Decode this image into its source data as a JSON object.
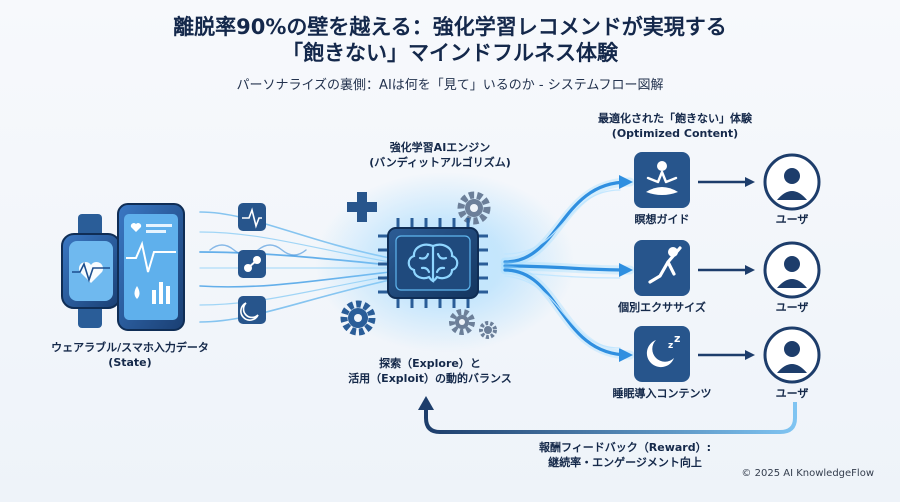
{
  "header": {
    "title_line1": "離脱率90%の壁を越える：強化学習レコメンドが実現する",
    "title_line2": "「飽きない」マインドフルネス体験",
    "subtitle": "パーソナライズの裏側：AIは何を「見て」いるのか - システムフロー図解"
  },
  "input": {
    "label_line1": "ウェアラブル/スマホ入力データ",
    "label_line2": "(State)"
  },
  "engine": {
    "label_line1": "強化学習AIエンジン",
    "label_line2": "(バンディットアルゴリズム)",
    "balance_line1": "探索（Explore）と",
    "balance_line2": "活用（Exploit）の動的バランス"
  },
  "output": {
    "header_line1": "最適化された「飽きない」体験",
    "header_line2": "(Optimized Content)",
    "contents": [
      {
        "label": "瞑想ガイド",
        "icon": "meditation-icon"
      },
      {
        "label": "個別エクササイズ",
        "icon": "exercise-icon"
      },
      {
        "label": "睡眠導入コンテンツ",
        "icon": "sleep-icon"
      }
    ],
    "user_label": "ユーザ"
  },
  "feedback": {
    "label_line1": "報酬フィードバック（Reward）:",
    "label_line2": "継続率・エンゲージメント向上"
  },
  "footer": {
    "copyright": "© 2025 AI KnowledgeFlow"
  },
  "colors": {
    "navy": "#1d3d6b",
    "accent": "#2f8fe0",
    "glow": "#8fd3ff",
    "tile": "#27558c"
  }
}
